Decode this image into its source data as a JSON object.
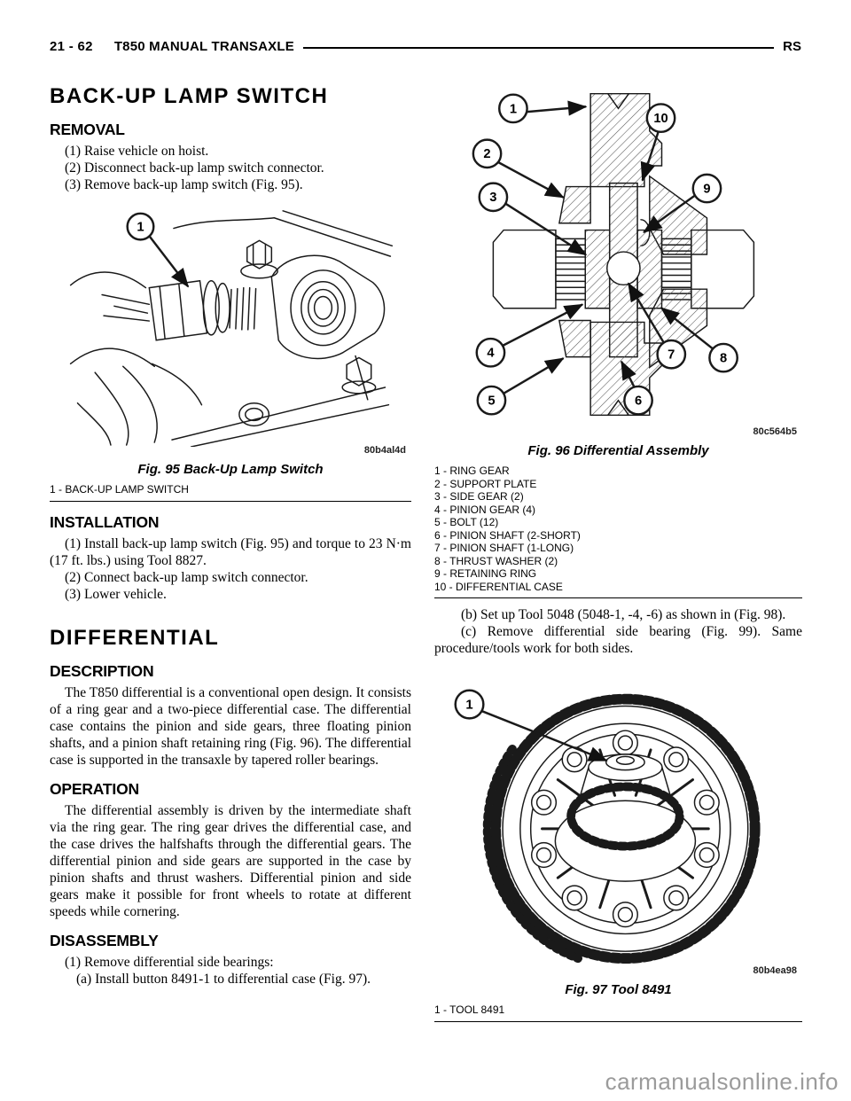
{
  "colors": {
    "text": "#000000",
    "watermark": "#9b9b9b",
    "line_art": "#1a1a1a"
  },
  "header": {
    "page_number": "21 - 62",
    "title": "T850 MANUAL TRANSAXLE",
    "region_code": "RS"
  },
  "backup_lamp_switch": {
    "title": "BACK-UP LAMP SWITCH",
    "removal": {
      "heading": "REMOVAL",
      "steps": [
        "(1) Raise vehicle on hoist.",
        "(2) Disconnect back-up lamp switch connector.",
        "(3) Remove back-up lamp switch (Fig. 95)."
      ]
    },
    "installation": {
      "heading": "INSTALLATION",
      "steps": [
        "(1) Install back-up lamp switch (Fig. 95) and torque to 23 N·m (17 ft. lbs.) using Tool 8827.",
        "(2) Connect back-up lamp switch connector.",
        "(3) Lower vehicle."
      ]
    }
  },
  "differential": {
    "title": "DIFFERENTIAL",
    "description": {
      "heading": "DESCRIPTION",
      "body": "The T850 differential is a conventional open design. It consists of a ring gear and a two-piece differential case. The differential case contains the pinion and side gears, three floating pinion shafts, and a pinion shaft retaining ring (Fig. 96). The differential case is supported in the transaxle by tapered roller bearings."
    },
    "operation": {
      "heading": "OPERATION",
      "body": "The differential assembly is driven by the intermediate shaft via the ring gear. The ring gear drives the differential case, and the case drives the halfshafts through the differential gears. The differential pinion and side gears are supported in the case by pinion shafts and thrust washers. Differential pinion and side gears make it possible for front wheels to rotate at different speeds while cornering."
    },
    "disassembly": {
      "heading": "DISASSEMBLY",
      "steps": [
        "(1) Remove differential side bearings:",
        "(a) Install button 8491-1 to differential case (Fig. 97)."
      ],
      "continued_steps": [
        "(b) Set up Tool 5048 (5048-1, -4, -6) as shown in (Fig. 98).",
        "(c) Remove differential side bearing (Fig. 99). Same procedure/tools work for both sides."
      ]
    }
  },
  "figures": {
    "fig95": {
      "caption": "Fig. 95 Back-Up Lamp Switch",
      "code": "80b4al4d",
      "legend": [
        "1 - BACK-UP LAMP SWITCH"
      ],
      "callouts": [
        "1"
      ]
    },
    "fig96": {
      "caption": "Fig. 96 Differential Assembly",
      "code": "80c564b5",
      "legend": [
        "1 - RING GEAR",
        "2 - SUPPORT PLATE",
        "3 - SIDE GEAR (2)",
        "4 - PINION GEAR (4)",
        "5 - BOLT (12)",
        "6 - PINION SHAFT (2-SHORT)",
        "7 - PINION SHAFT (1-LONG)",
        "8 - THRUST WASHER (2)",
        "9 - RETAINING RING",
        "10 - DIFFERENTIAL CASE"
      ],
      "callouts": [
        "1",
        "2",
        "3",
        "4",
        "5",
        "6",
        "7",
        "8",
        "9",
        "10"
      ]
    },
    "fig97": {
      "caption": "Fig. 97 Tool 8491",
      "code": "80b4ea98",
      "legend": [
        "1 - TOOL 8491"
      ],
      "callouts": [
        "1"
      ]
    }
  },
  "watermark": "carmanualsonline.info"
}
